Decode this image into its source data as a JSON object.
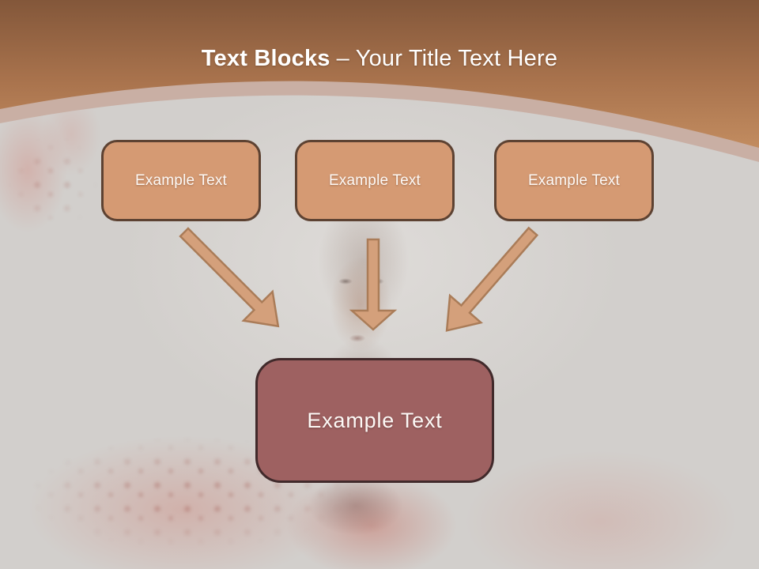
{
  "slide": {
    "title": {
      "emphasis": "Text Blocks",
      "rest": "– Your Title Text Here"
    },
    "top_boxes": [
      {
        "label": "Example Text"
      },
      {
        "label": "Example Text"
      },
      {
        "label": "Example Text"
      }
    ],
    "center_box": {
      "label": "Example Text"
    },
    "icons": {
      "arrows": [
        "down-right-arrow",
        "down-arrow",
        "down-left-arrow"
      ]
    },
    "colors": {
      "header_gradient_top": "#83573a",
      "header_gradient_bottom": "#c28c60",
      "header_band": "#c9afa4",
      "body_background": "#d2cfcc",
      "top_box_fill": "#d59a73",
      "top_box_border": "#5d4232",
      "center_box_fill": "#9e6161",
      "center_box_border": "#412a2b",
      "arrow_fill": "#d4a07b",
      "arrow_outline": "#aa7c58",
      "title_text": "#ffffff",
      "box_text": "#fdf9f6"
    }
  }
}
